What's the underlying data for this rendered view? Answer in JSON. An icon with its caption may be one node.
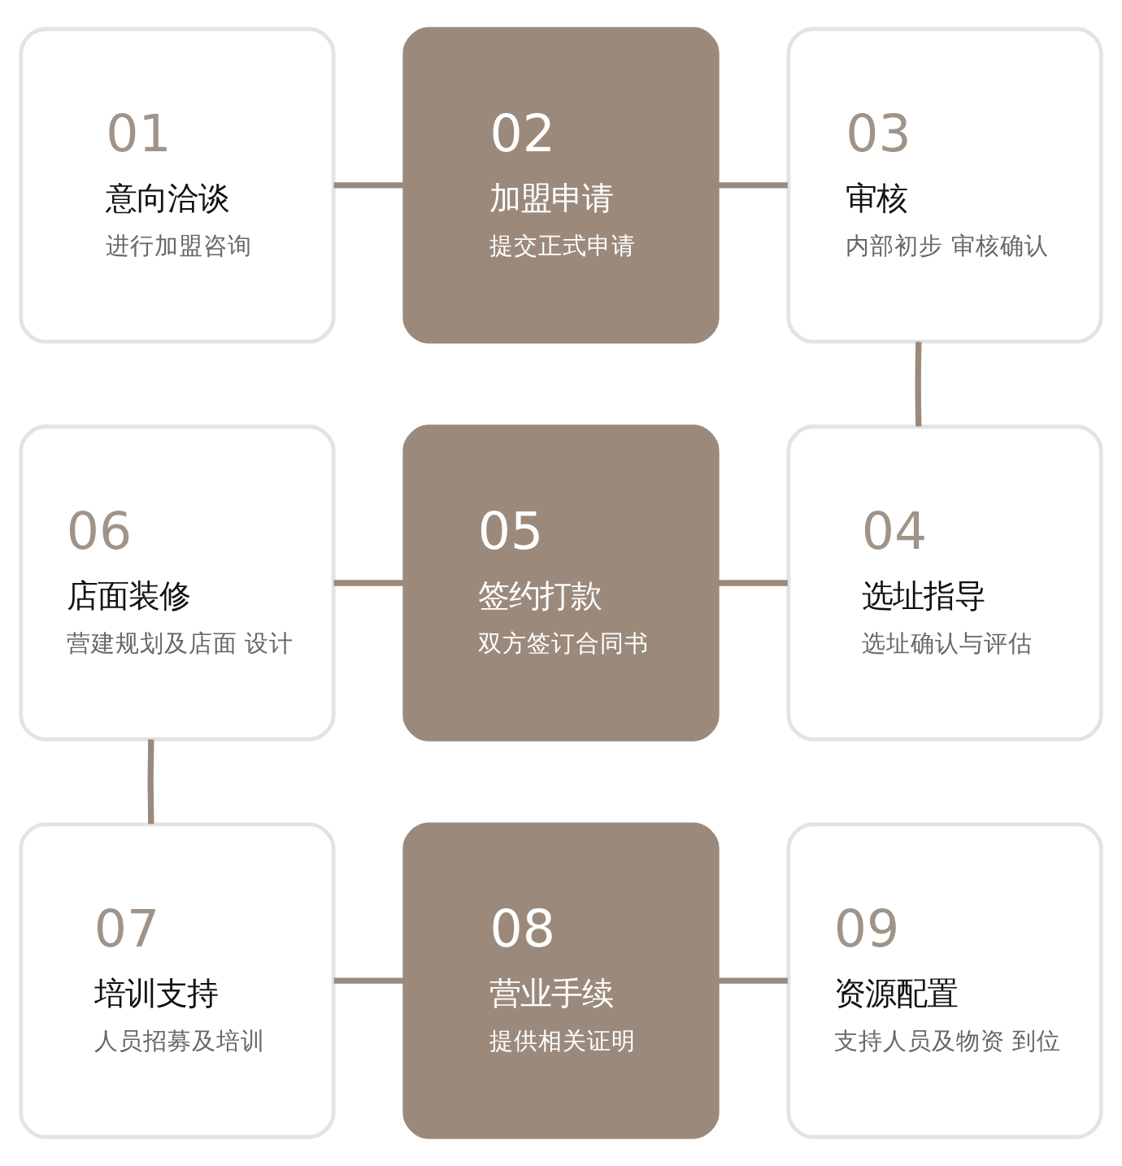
{
  "diagram": {
    "nodes": [
      {
        "text": [
          "01",
          "意向洽谈",
          "进行加盟咨询"
        ]
      },
      {
        "text": [
          "02",
          "加盟申请",
          "提交正式申请"
        ]
      },
      {
        "text": [
          "03",
          "审核",
          "内部初步 审核确认"
        ]
      },
      {
        "text": [
          "06",
          "店面装修",
          "营建规划及店面 设计"
        ]
      },
      {
        "text": [
          "05",
          "签约打款",
          "双方签订合同书"
        ]
      },
      {
        "text": [
          "04",
          "选址指导",
          "选址确认与评估"
        ]
      },
      {
        "text": [
          "07",
          "培训支持",
          "人员招募及培训"
        ]
      },
      {
        "text": [
          "08",
          "营业手续",
          "提供相关证明"
        ]
      },
      {
        "text": [
          "09",
          "资源配置",
          "支持人员及物资 到位"
        ]
      }
    ],
    "edges": [
      {
        "from": 0,
        "to": 1,
        "arrow": "none"
      },
      {
        "from": 1,
        "to": 2,
        "arrow": "none"
      },
      {
        "from": 2,
        "to": 5,
        "arrow": "none"
      },
      {
        "from": 5,
        "to": 4,
        "arrow": "none"
      },
      {
        "from": 4,
        "to": 3,
        "arrow": "none"
      },
      {
        "from": 3,
        "to": 6,
        "arrow": "none"
      },
      {
        "from": 6,
        "to": 7,
        "arrow": "none"
      },
      {
        "from": 7,
        "to": 8,
        "arrow": "none"
      }
    ]
  }
}
